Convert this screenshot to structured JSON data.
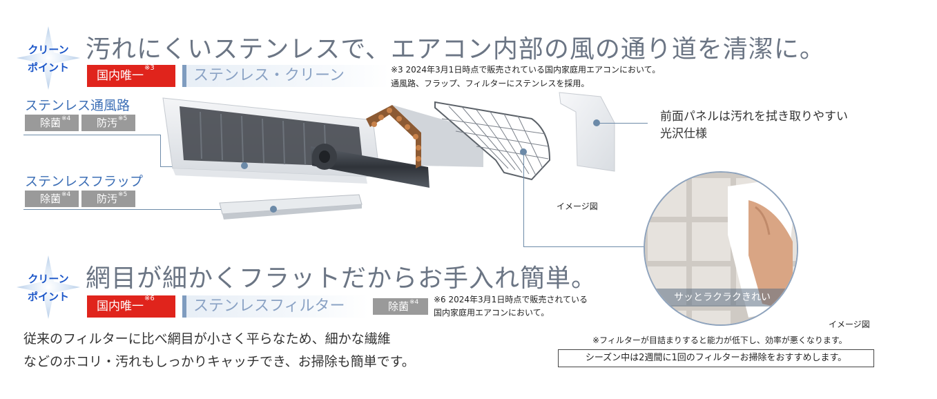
{
  "section1": {
    "badge": {
      "line1": "クリーン",
      "line2": "ポイント"
    },
    "headline": "汚れにくいステンレスで、エアコン内部の風の通り道を清潔に。",
    "red_tag": {
      "text": "国内唯一",
      "sup": "※3"
    },
    "blue_tag": "ステンレス・クリーン",
    "note_line1": "※3 2024年3月1日時点で販売されている国内家庭用エアコンにおいて。",
    "note_line2": "通風路、フラップ、フィルターにステンレスを採用。"
  },
  "parts": {
    "passage": {
      "label": "ステンレス通風路",
      "tag1": {
        "text": "除菌",
        "sup": "※4"
      },
      "tag2": {
        "text": "防汚",
        "sup": "※5"
      }
    },
    "flap": {
      "label": "ステンレスフラップ",
      "tag1": {
        "text": "除菌",
        "sup": "※4"
      },
      "tag2": {
        "text": "防汚",
        "sup": "※5"
      }
    },
    "panel_caption_line1": "前面パネルは汚れを拭き取りやすい",
    "panel_caption_line2": "光沢仕様",
    "image_label": "イメージ図"
  },
  "circle": {
    "caption": "サッとラクラクきれい"
  },
  "section2": {
    "badge": {
      "line1": "クリーン",
      "line2": "ポイント"
    },
    "headline": "網目が細かくフラットだからお手入れ簡単。",
    "red_tag": {
      "text": "国内唯一",
      "sup": "※6"
    },
    "blue_tag": "ステンレスフィルター",
    "gray_tag": {
      "text": "除菌",
      "sup": "※4"
    },
    "note_line1": "※6 2024年3月1日時点で販売されている",
    "note_line2": "国内家庭用エアコンにおいて。",
    "body_line1": "従来のフィルターに比べ網目が小さく平らなため、細かな繊維",
    "body_line2": "などのホコリ・汚れもしっかりキャッチでき、お掃除も簡単です。",
    "image_label": "イメージ図",
    "warning": "※フィルターが目詰まりすると能力が低下し、効率が悪くなります。",
    "recommend": "シーズン中は2週間に1回のフィルターお掃除をおすすめします。"
  },
  "colors": {
    "accent_red": "#e0241c",
    "headline_gray": "#6b7584",
    "label_blue": "#3d6fb6",
    "tag_gray": "#9a9a9a"
  }
}
